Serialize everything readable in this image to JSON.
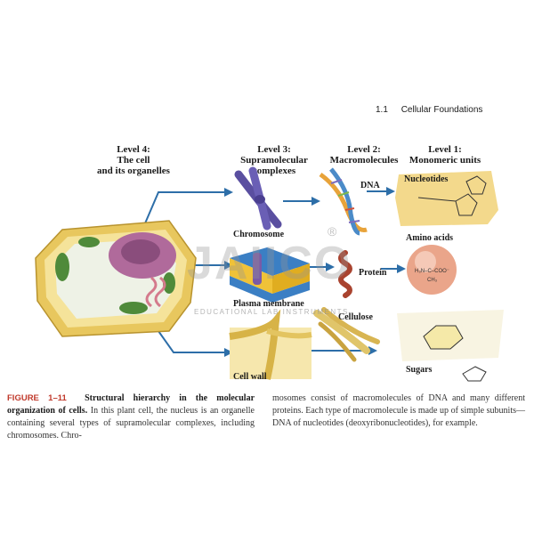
{
  "header": {
    "section_number": "1.1",
    "section_title": "Cellular Foundations"
  },
  "levels": {
    "level4": "Level 4:\nThe cell\nand its organelles",
    "level3": "Level 3:\nSupramolecular\ncomplexes",
    "level2": "Level 2:\nMacromolecules",
    "level1": "Level 1:\nMonomeric units"
  },
  "labels": {
    "chromosome": "Chromosome",
    "plasma_membrane": "Plasma membrane",
    "cell_wall": "Cell wall",
    "dna": "DNA",
    "protein": "Protein",
    "cellulose": "Cellulose",
    "nucleotides": "Nucleotides",
    "amino_acids": "Amino acids",
    "sugars": "Sugars"
  },
  "watermark": {
    "brand": "JAIICO",
    "registered": "®",
    "subtitle": "EDUCATIONAL LAB INSTRUMENTS"
  },
  "caption": {
    "figure_label": "FIGURE 1–11",
    "title": "Structural hierarchy in the molecular organization of cells.",
    "left_text": "In this plant cell, the nucleus is an organelle containing several types of supramolecular complexes, including chromosomes. Chro-",
    "right_text": "mosomes consist of macromolecules of DNA and many different proteins. Each type of macromolecule is made up of simple subunits—DNA of nucleotides (deoxyribonucleotides), for example."
  },
  "colors": {
    "arrow": "#2d6ea8",
    "figure_label": "#c0392b",
    "cell_wall": "#f2d77a",
    "chloroplast": "#4f8a3a",
    "nucleus": "#b06a9b"
  }
}
